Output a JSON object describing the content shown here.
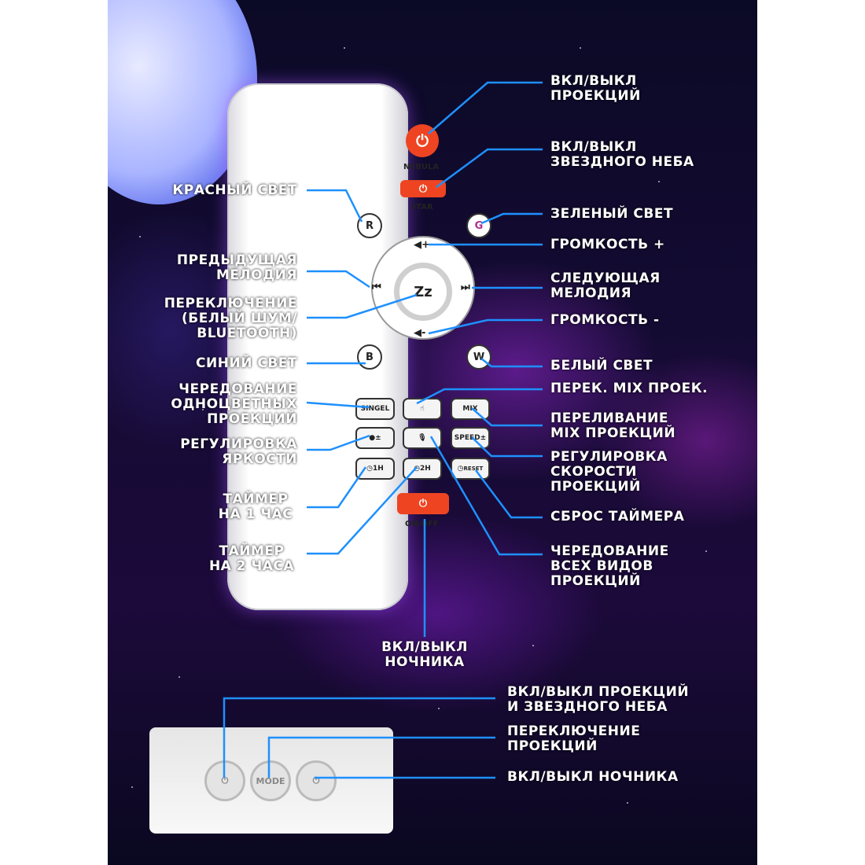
{
  "remote": {
    "nebula_label": "NEBULA",
    "star_label": "STAR",
    "onoff_label": "ON/OFF",
    "btn_r": "R",
    "btn_g": "G",
    "btn_b": "B",
    "btn_w": "W",
    "btn_singel": "SINGEL",
    "btn_mix": "MIX",
    "btn_speed": "SPEED±",
    "btn_1h": "1H",
    "btn_2h": "2H",
    "btn_reset": "RESET",
    "center_symbol": "Zz"
  },
  "labels": {
    "nebula_power": "ВКЛ/ВЫКЛ\nПРОЕКЦИЙ",
    "star_power": "ВКЛ/ВЫКЛ\nЗВЕЗДНОГО НЕБА",
    "red": "КРАСНЫЙ СВЕТ",
    "green": "ЗЕЛЕНЫЙ СВЕТ",
    "volume_up": "ГРОМКОСТЬ +",
    "prev": "ПРЕДЫДУЩАЯ\nМЕЛОДИЯ",
    "next": "СЛЕДУЮЩАЯ\nМЕЛОДИЯ",
    "switch_mode": "ПЕРЕКЛЮЧЕНИЕ\n(БЕЛЫЙ ШУМ/\nBLUETOOTH)",
    "volume_down": "ГРОМКОСТЬ -",
    "blue": "СИНИЙ СВЕТ",
    "white": "БЕЛЫЙ СВЕТ",
    "single_cycle": "ЧЕРЕДОВАНИЕ\nОДНОЦВЕТНЫХ\nПРОЕКЦИЙ",
    "mix_switch": "ПЕРЕК. MIX ПРОЕК.",
    "mix_flow": "ПЕРЕЛИВАНИЕ\nMIX ПРОЕКЦИЙ",
    "brightness": "РЕГУЛИРОВКА\nЯРКОСТИ",
    "speed": "РЕГУЛИРОВКА\nСКОРОСТИ\nПРОЕКЦИЙ",
    "timer_1h": "ТАЙМЕР\nНА 1 ЧАС",
    "timer_reset": "СБРОС ТАЙМЕРА",
    "timer_2h": "ТАЙМЕР\nНА 2 ЧАСА",
    "all_cycle": "ЧЕРЕДОВАНИЕ\nВСЕХ ВИДОВ\nПРОЕКЦИЙ",
    "nightlight": "ВКЛ/ВЫКЛ\nНОЧНИКА",
    "base_power": "ВКЛ/ВЫКЛ ПРОЕКЦИЙ\nИ ЗВЕЗДНОГО НЕБА",
    "base_mode": "ПЕРЕКЛЮЧЕНИЕ\nПРОЕКЦИЙ",
    "base_nightlight": "ВКЛ/ВЫКЛ НОЧНИКА"
  },
  "base": {
    "mode_label": "MODE"
  },
  "colors": {
    "accent_line": "#1e90ff",
    "power_red": "#ee4422",
    "label_text": "#ffffff"
  },
  "icons": [
    "power-icon",
    "volume-up-icon",
    "volume-down-icon",
    "prev-track-icon",
    "next-track-icon",
    "sleep-icon",
    "brightness-icon",
    "mic-icon",
    "hand-icon",
    "timer-icon"
  ]
}
